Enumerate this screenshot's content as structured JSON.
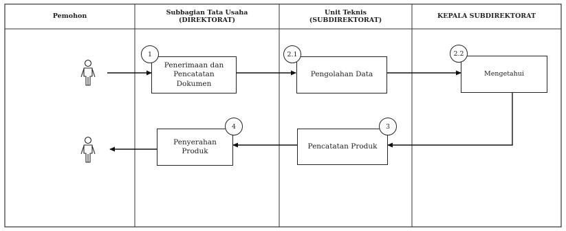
{
  "lanes": [
    {
      "id": "pemohon",
      "title": "Pemohon"
    },
    {
      "id": "subbagian",
      "title": "Subbagian Tata Usaha\n(DIREKTORAT)"
    },
    {
      "id": "unit",
      "title": "Unit Teknis\n(SUBDIREKTORAT)"
    },
    {
      "id": "kepala",
      "title": "KEPALA SUBDIREKTORAT"
    }
  ],
  "steps": [
    {
      "id": "penerimaan",
      "number": "1",
      "label": "Penerimaan dan\nPencatatan\nDokumen"
    },
    {
      "id": "pengolahan",
      "number": "2.1",
      "label": "Pengolahan Data"
    },
    {
      "id": "mengetahui",
      "number": "2.2",
      "label": "Mengetahui"
    },
    {
      "id": "pencatatan-produk",
      "number": "3",
      "label": "Pencatatan Produk"
    },
    {
      "id": "penyerahan",
      "number": "4",
      "label": "Penyerahan\nProduk"
    }
  ],
  "actors": [
    "person-icon",
    "person-icon"
  ]
}
